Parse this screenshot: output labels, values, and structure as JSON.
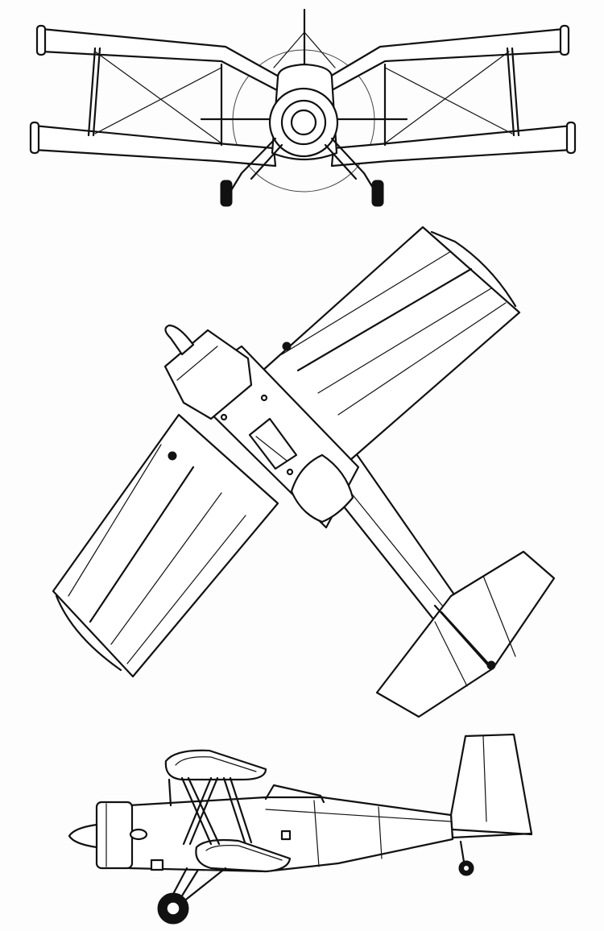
{
  "drawing": {
    "subject": "",
    "views": [
      {
        "id": "front-view"
      },
      {
        "id": "top-view"
      },
      {
        "id": "side-view"
      }
    ],
    "colors": {
      "line": "#111111",
      "paper": "#fdfdfd"
    }
  }
}
